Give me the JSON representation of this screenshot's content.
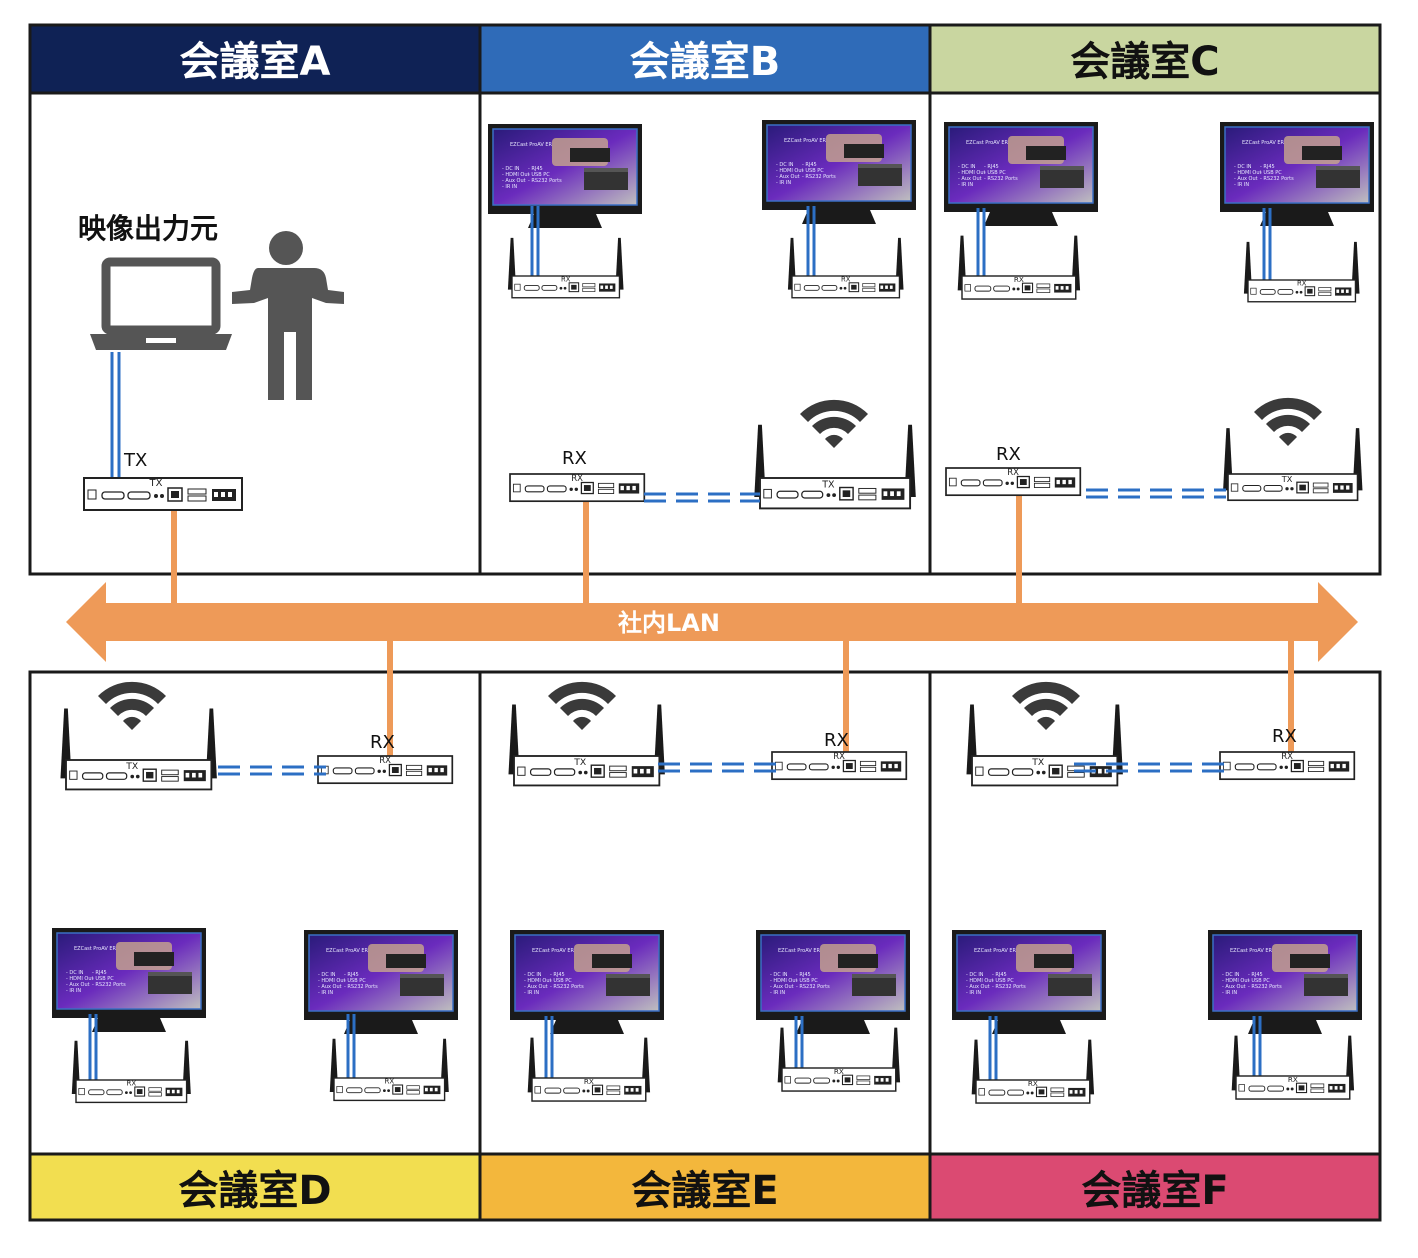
{
  "rooms": [
    {
      "label": "会議室A",
      "header_color": "#0f2255",
      "text_color": "#ffffff"
    },
    {
      "label": "会議室B",
      "header_color": "#2f6bb8",
      "text_color": "#ffffff"
    },
    {
      "label": "会議室C",
      "header_color": "#c9d6a0",
      "text_color": "#111111"
    },
    {
      "label": "会議室D",
      "header_color": "#f2de50",
      "text_color": "#111111"
    },
    {
      "label": "会議室E",
      "header_color": "#f3b73c",
      "text_color": "#111111"
    },
    {
      "label": "会議室F",
      "header_color": "#db4a72",
      "text_color": "#111111"
    }
  ],
  "source_label": "映像出力元",
  "lan_label": "社内LAN",
  "tx_label": "TX",
  "rx_label": "RX",
  "screen_title": "EZCast ProAV ER",
  "screen_specs": [
    "- DC IN",
    "- HDMI Out",
    "- Aux Out",
    "- IR IN",
    "- RJ45",
    "- USB PC",
    "- RS232 Ports"
  ],
  "colors": {
    "lan": "#ee9a58",
    "wireless_link": "#2c6fc4",
    "border": "#1a1a1a",
    "icon_gray": "#555555"
  }
}
